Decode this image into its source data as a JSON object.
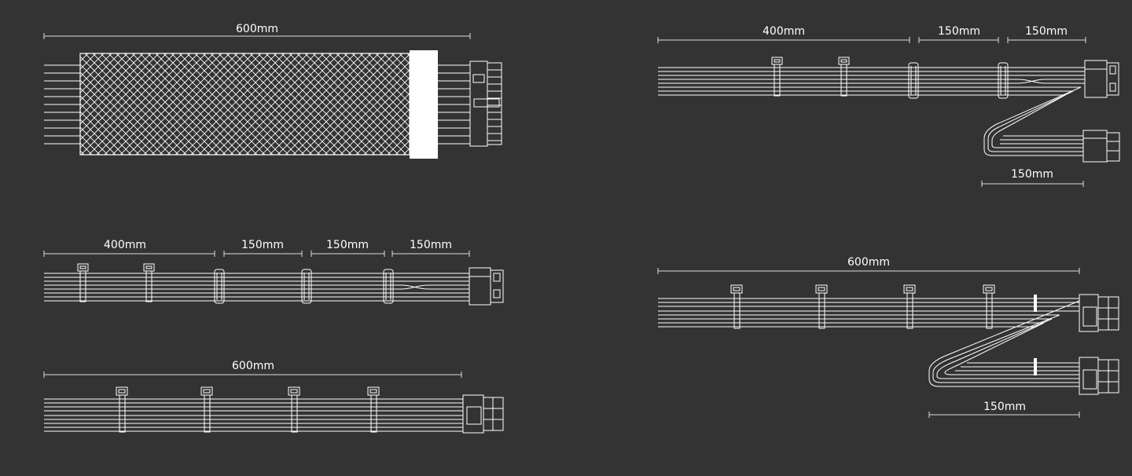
{
  "background_color": "#333333",
  "line_color": "#ffffff",
  "cables": [
    {
      "id": "cable-1",
      "dimensions": [
        "600mm"
      ]
    },
    {
      "id": "cable-2",
      "dimensions": [
        "400mm",
        "150mm",
        "150mm",
        "150mm"
      ]
    },
    {
      "id": "cable-3",
      "dimensions": [
        "600mm"
      ]
    },
    {
      "id": "cable-4",
      "dimensions": [
        "400mm",
        "150mm",
        "150mm",
        "150mm"
      ]
    },
    {
      "id": "cable-5",
      "dimensions": [
        "600mm",
        "150mm"
      ]
    }
  ]
}
